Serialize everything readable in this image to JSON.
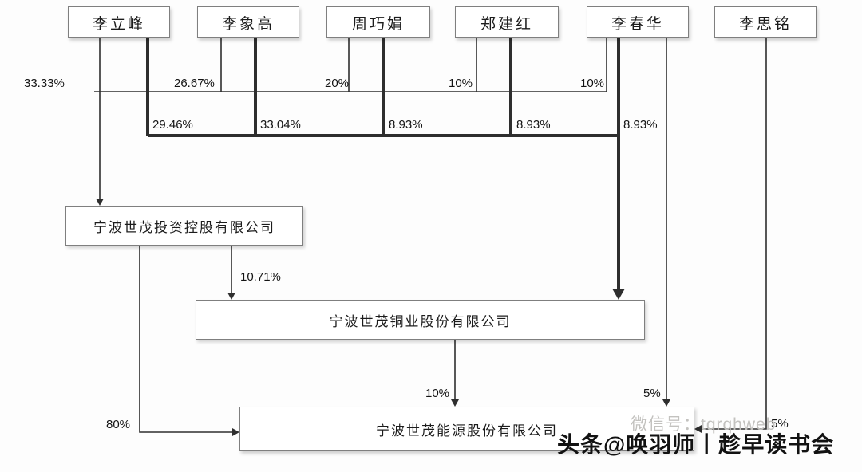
{
  "diagram": {
    "shareholders": [
      {
        "name": "李立峰"
      },
      {
        "name": "李象高"
      },
      {
        "name": "周巧娟"
      },
      {
        "name": "郑建红"
      },
      {
        "name": "李春华"
      },
      {
        "name": "李思铭"
      }
    ],
    "companies": {
      "holding": "宁波世茂投资控股有限公司",
      "copper": "宁波世茂铜业股份有限公司",
      "energy": "宁波世茂能源股份有限公司"
    },
    "ownership": {
      "holding_from": {
        "li_lifeng": "33.33%",
        "li_xianggao": "26.67%",
        "zhou_qiaojuan": "20%",
        "zheng_jianhong": "10%",
        "li_chunhua": "10%"
      },
      "copper_from": {
        "li_lifeng": "29.46%",
        "li_xianggao": "33.04%",
        "zhou_qiaojuan": "8.93%",
        "zheng_jianhong": "8.93%",
        "li_chunhua": "8.93%",
        "holding": "10.71%"
      },
      "energy_from": {
        "holding": "80%",
        "copper": "10%",
        "li_chunhua": "5%",
        "li_siming": "5%"
      }
    },
    "watermark": {
      "faint": "微信号：tqrqhweb",
      "bold": "头条@唤羽师丨趁早读书会"
    }
  },
  "colors": {
    "line": "#2e2e2e",
    "box_border": "#7f7f7f",
    "background": "#fdfdfd"
  }
}
